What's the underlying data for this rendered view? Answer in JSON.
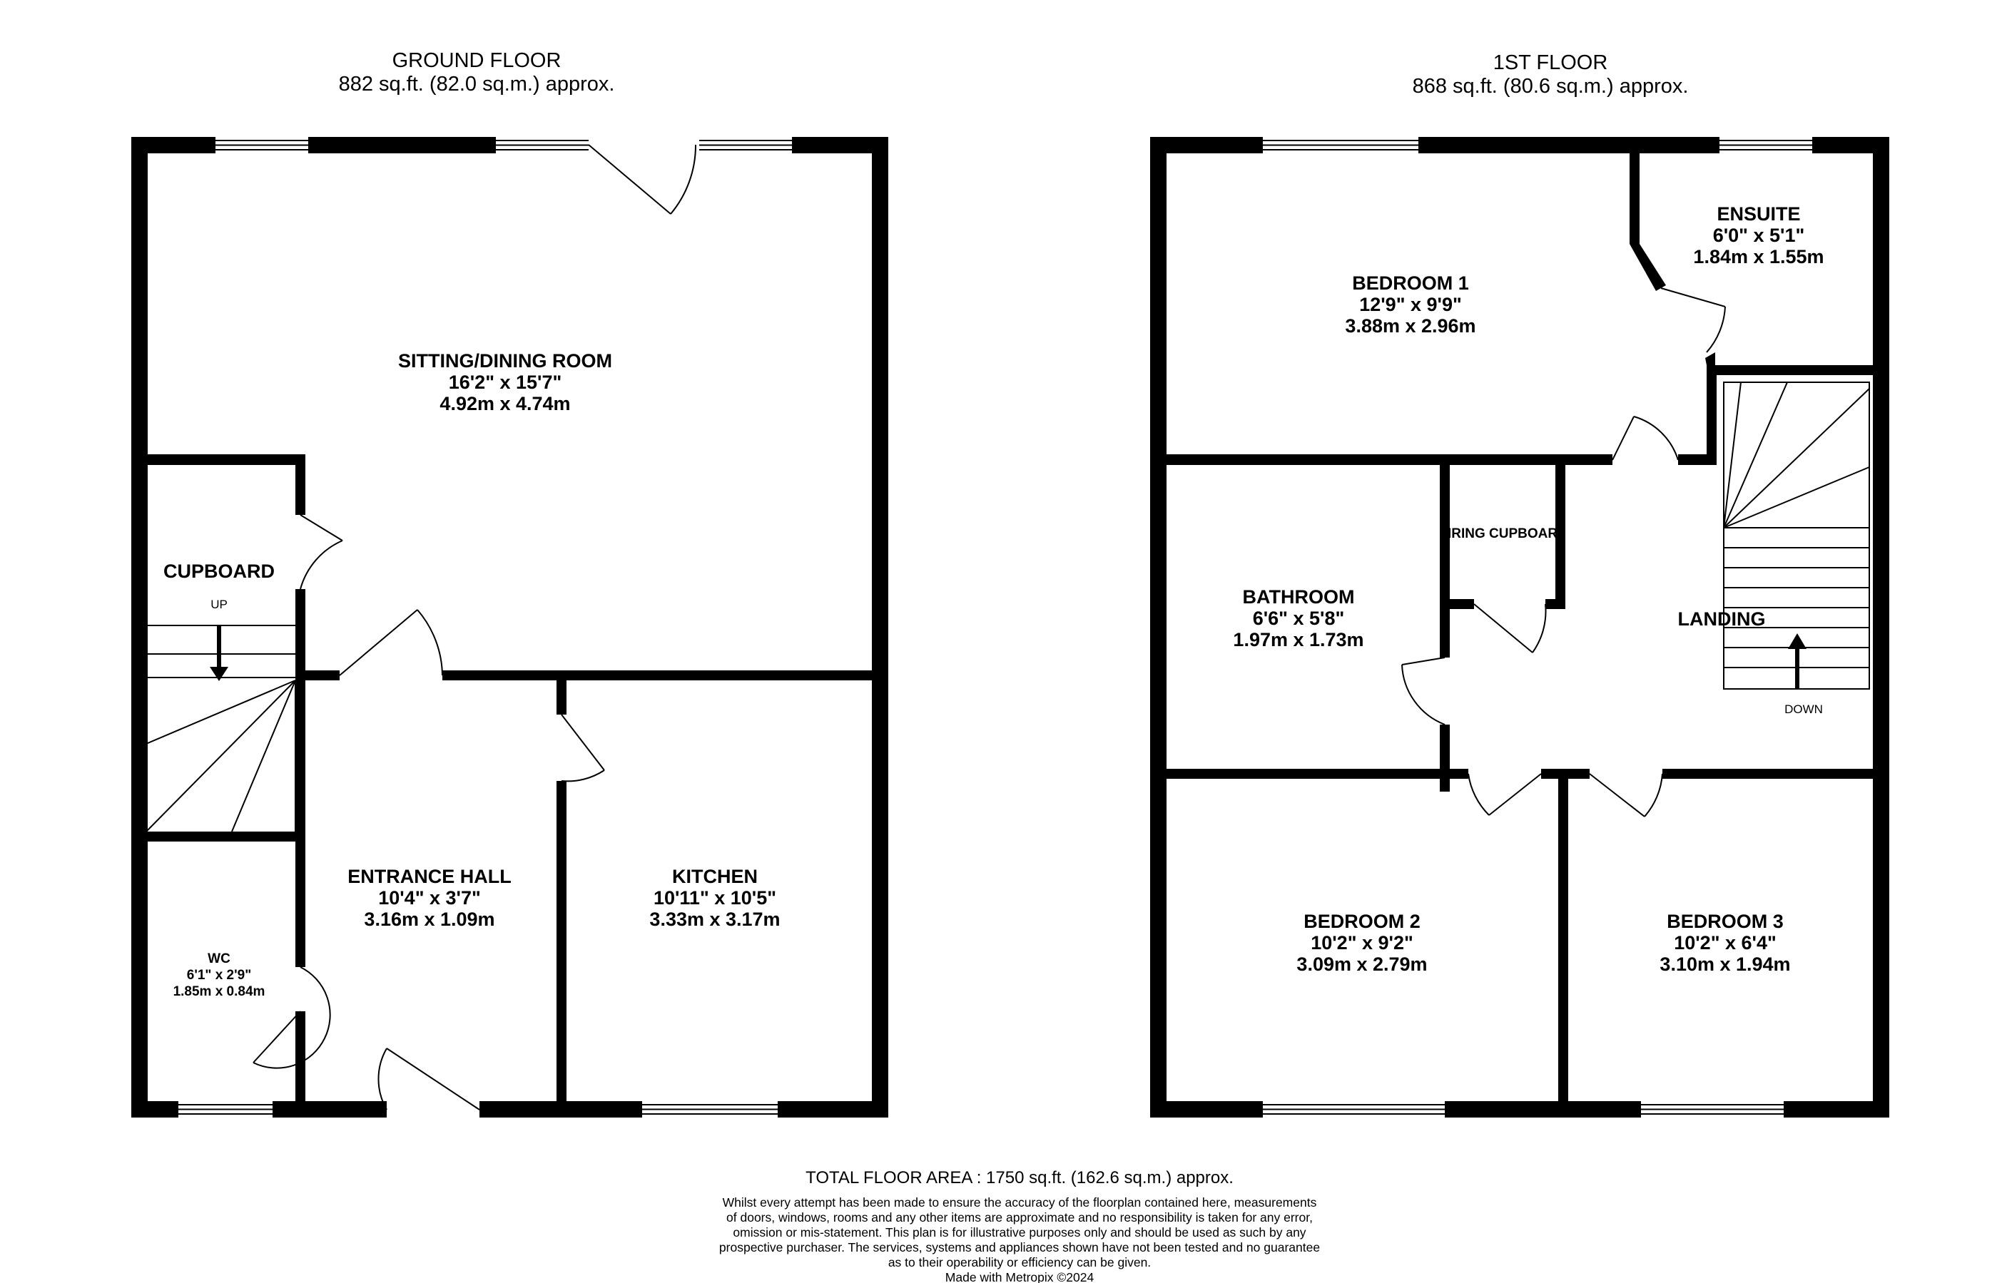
{
  "ground_floor": {
    "title": "GROUND FLOOR",
    "area": "882 sq.ft. (82.0 sq.m.) approx.",
    "rooms": {
      "sitting": {
        "name": "SITTING/DINING ROOM",
        "imperial": "16'2\"  x 15'7\"",
        "metric": "4.92m  x 4.74m"
      },
      "cupboard": {
        "name": "CUPBOARD"
      },
      "entrance": {
        "name": "ENTRANCE HALL",
        "imperial": "10'4\"  x 3'7\"",
        "metric": "3.16m  x 1.09m"
      },
      "kitchen": {
        "name": "KITCHEN",
        "imperial": "10'11\"  x 10'5\"",
        "metric": "3.33m  x 3.17m"
      },
      "wc": {
        "name": "WC",
        "imperial": "6'1\"  x 2'9\"",
        "metric": "1.85m  x 0.84m"
      }
    },
    "stairs_label": "UP"
  },
  "first_floor": {
    "title": "1ST FLOOR",
    "area": "868 sq.ft. (80.6 sq.m.) approx.",
    "rooms": {
      "bedroom1": {
        "name": "BEDROOM 1",
        "imperial": "12'9\"  x 9'9\"",
        "metric": "3.88m  x 2.96m"
      },
      "ensuite": {
        "name": "ENSUITE",
        "imperial": "6'0\"  x 5'1\"",
        "metric": "1.84m  x 1.55m"
      },
      "bathroom": {
        "name": "BATHROOM",
        "imperial": "6'6\"  x 5'8\"",
        "metric": "1.97m  x 1.73m"
      },
      "airing": {
        "name": "IRING CUPBOAR"
      },
      "landing": {
        "name": "LANDING"
      },
      "bedroom2": {
        "name": "BEDROOM 2",
        "imperial": "10'2\"  x 9'2\"",
        "metric": "3.09m  x 2.79m"
      },
      "bedroom3": {
        "name": "BEDROOM 3",
        "imperial": "10'2\"  x 6'4\"",
        "metric": "3.10m  x 1.94m"
      }
    },
    "stairs_label": "DOWN"
  },
  "footer": {
    "total": "TOTAL FLOOR AREA : 1750 sq.ft. (162.6 sq.m.) approx.",
    "disclaimer": [
      "Whilst every attempt has been made to ensure the accuracy of the floorplan contained here, measurements",
      "of doors, windows, rooms and any other items are approximate and no responsibility is taken for any error,",
      "omission or mis-statement. This plan is for illustrative purposes only and should be used as such by any",
      "prospective purchaser. The services, systems and appliances shown have not been tested and no guarantee",
      "as to their operability or efficiency can be given."
    ],
    "credit": "Made with Metropix ©2024"
  },
  "colors": {
    "wall": "#000000",
    "background": "#ffffff",
    "window": "#ffffff"
  }
}
